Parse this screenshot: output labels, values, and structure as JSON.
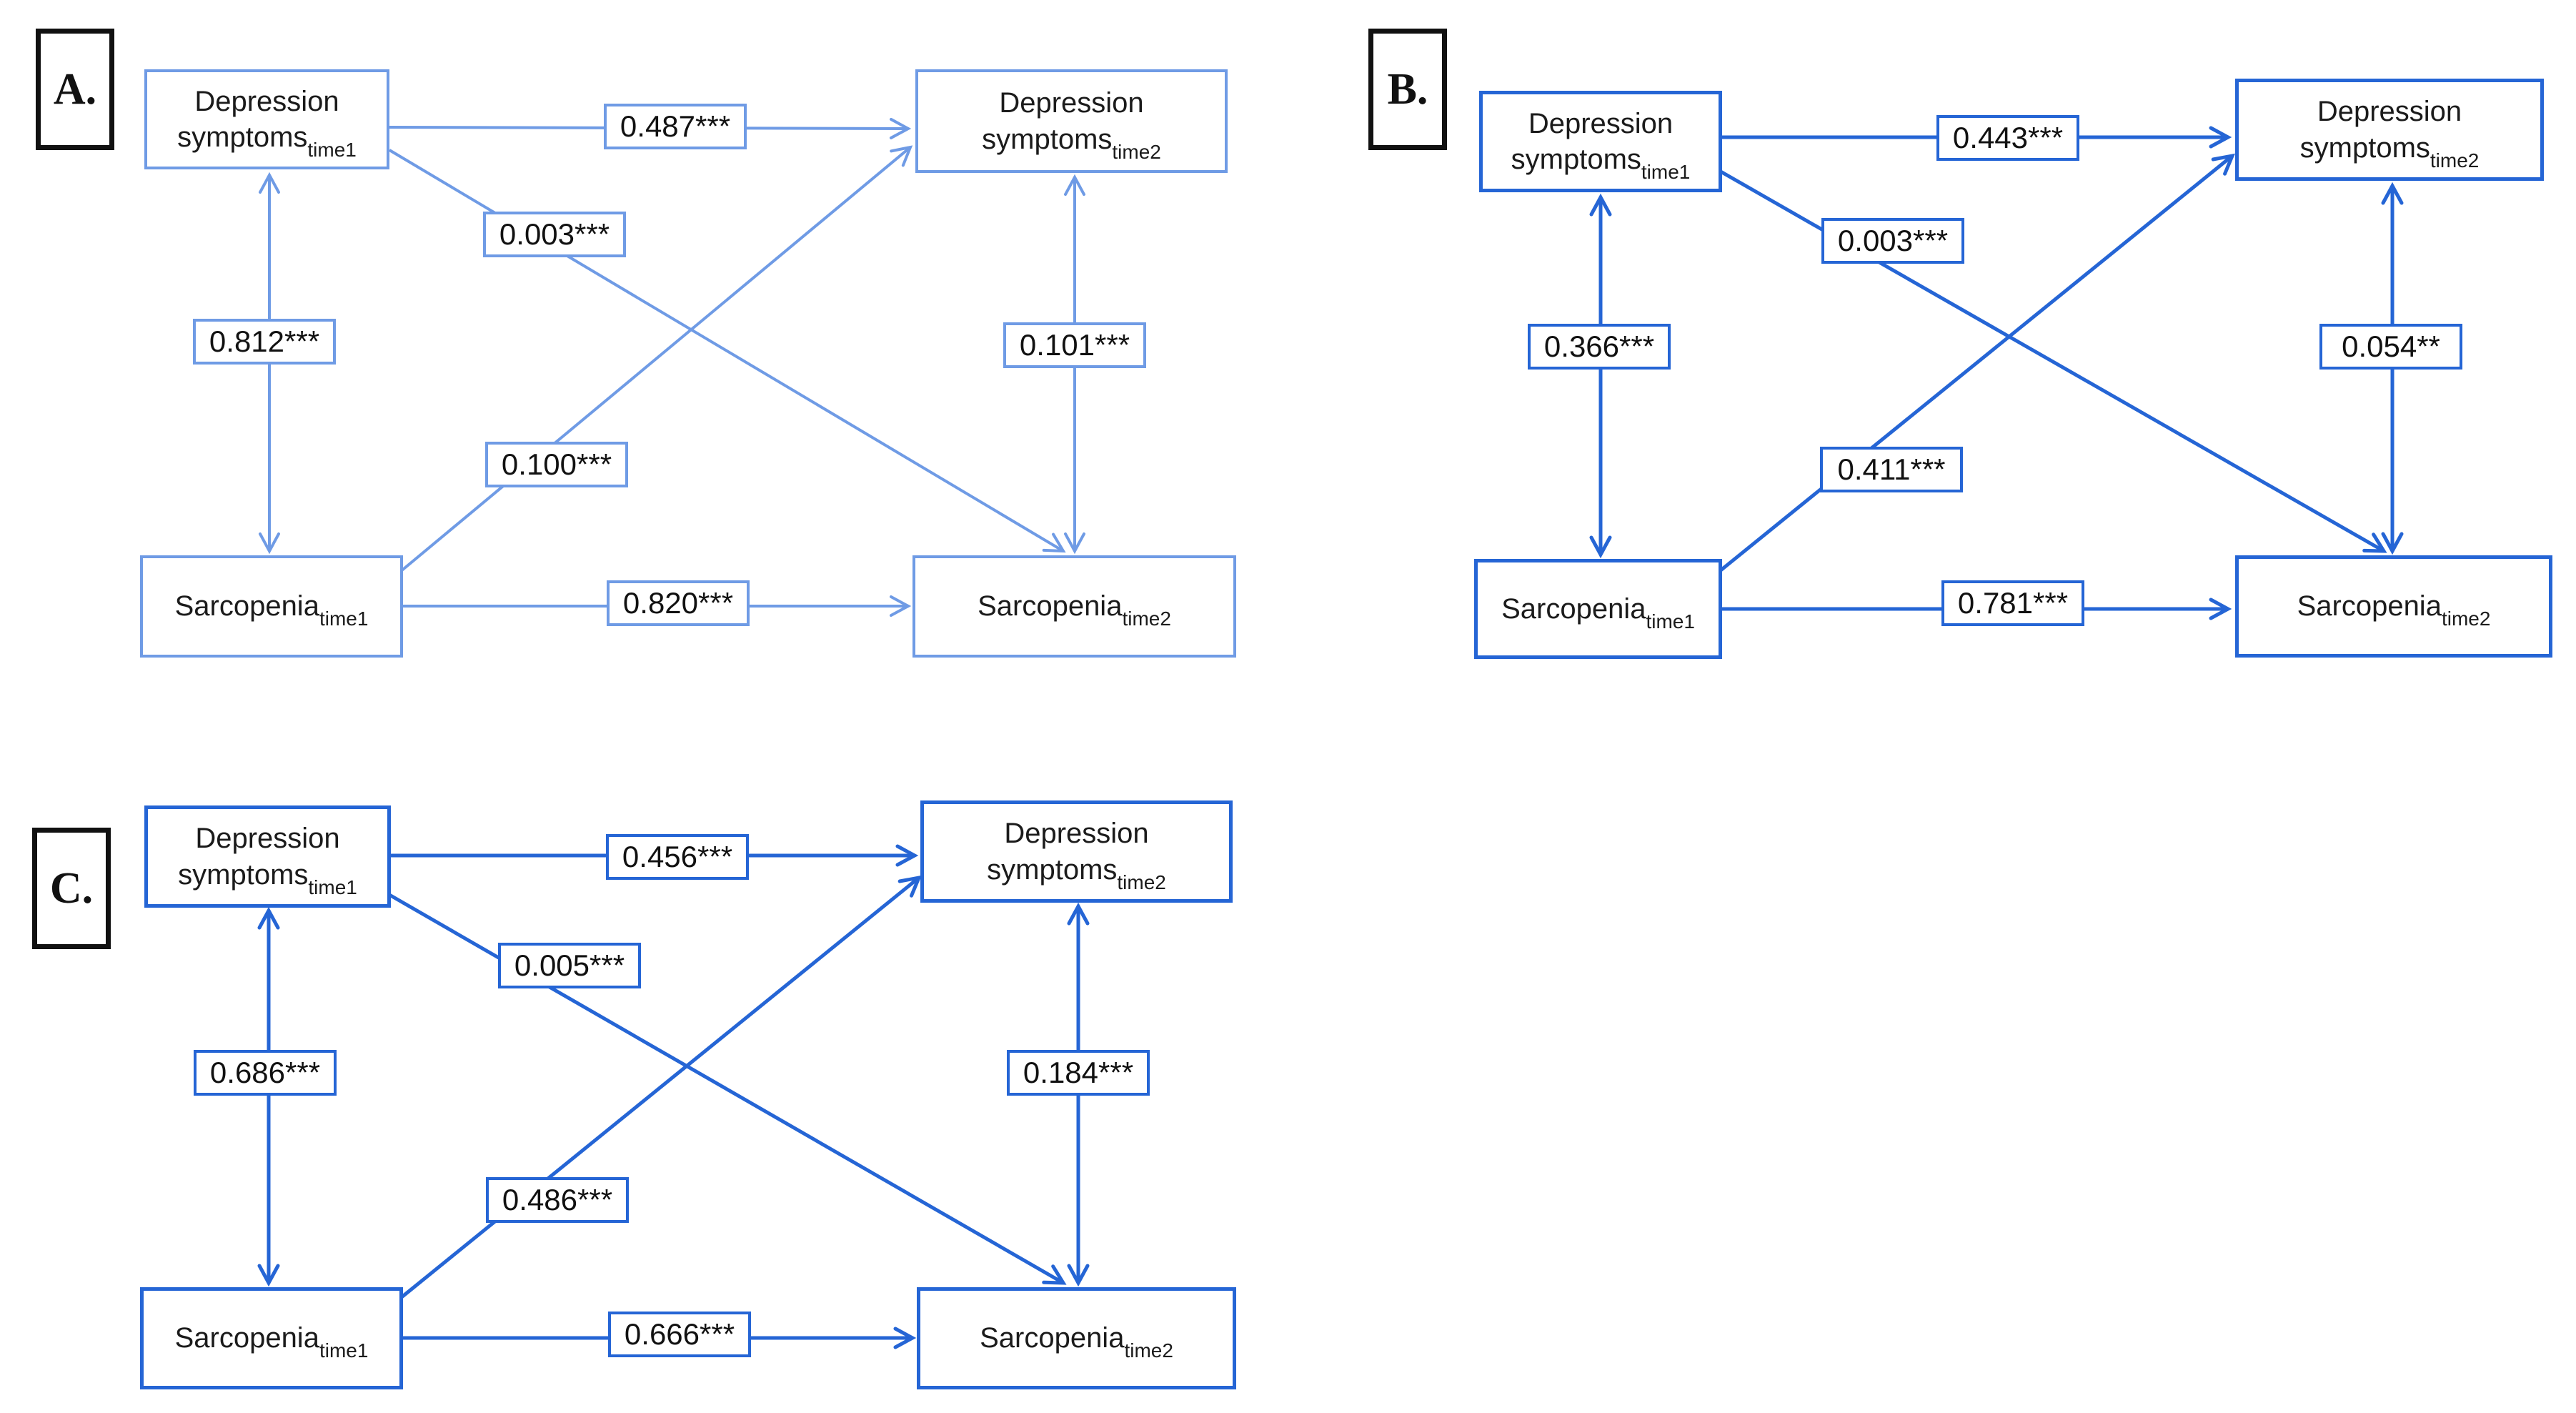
{
  "figure": {
    "accent_color_panel_a": "#6f9be5",
    "accent_color_panels_bc": "#2565d5",
    "background_color": "#ffffff"
  },
  "panels": [
    {
      "label": "A.",
      "nodes": {
        "dep1": {
          "line1": "Depression",
          "line2": "symptoms",
          "sub": "time1"
        },
        "dep2": {
          "line1": "Depression",
          "line2": "symptoms",
          "sub": "time2"
        },
        "sarc1": {
          "name": "Sarcopenia",
          "sub": "time1"
        },
        "sarc2": {
          "name": "Sarcopenia",
          "sub": "time2"
        }
      },
      "coefficients": {
        "dep_stability": "0.487***",
        "dep1_to_sarc2": "0.003***",
        "time1_correlation": "0.812***",
        "sarc1_to_dep2": "0.100***",
        "time2_correlation": "0.101***",
        "sarc_stability": "0.820***"
      }
    },
    {
      "label": "B.",
      "nodes": {
        "dep1": {
          "line1": "Depression",
          "line2": "symptoms",
          "sub": "time1"
        },
        "dep2": {
          "line1": "Depression",
          "line2": "symptoms",
          "sub": "time2"
        },
        "sarc1": {
          "name": "Sarcopenia",
          "sub": "time1"
        },
        "sarc2": {
          "name": "Sarcopenia",
          "sub": "time2"
        }
      },
      "coefficients": {
        "dep_stability": "0.443***",
        "dep1_to_sarc2": "0.003***",
        "time1_correlation": "0.366***",
        "sarc1_to_dep2": "0.411***",
        "time2_correlation": "0.054**",
        "sarc_stability": "0.781***"
      }
    },
    {
      "label": "C.",
      "nodes": {
        "dep1": {
          "line1": "Depression",
          "line2": "symptoms",
          "sub": "time1"
        },
        "dep2": {
          "line1": "Depression",
          "line2": "symptoms",
          "sub": "time2"
        },
        "sarc1": {
          "name": "Sarcopenia",
          "sub": "time1"
        },
        "sarc2": {
          "name": "Sarcopenia",
          "sub": "time2"
        }
      },
      "coefficients": {
        "dep_stability": "0.456***",
        "dep1_to_sarc2": "0.005***",
        "time1_correlation": "0.686***",
        "sarc1_to_dep2": "0.486***",
        "time2_correlation": "0.184***",
        "sarc_stability": "0.666***"
      }
    }
  ]
}
